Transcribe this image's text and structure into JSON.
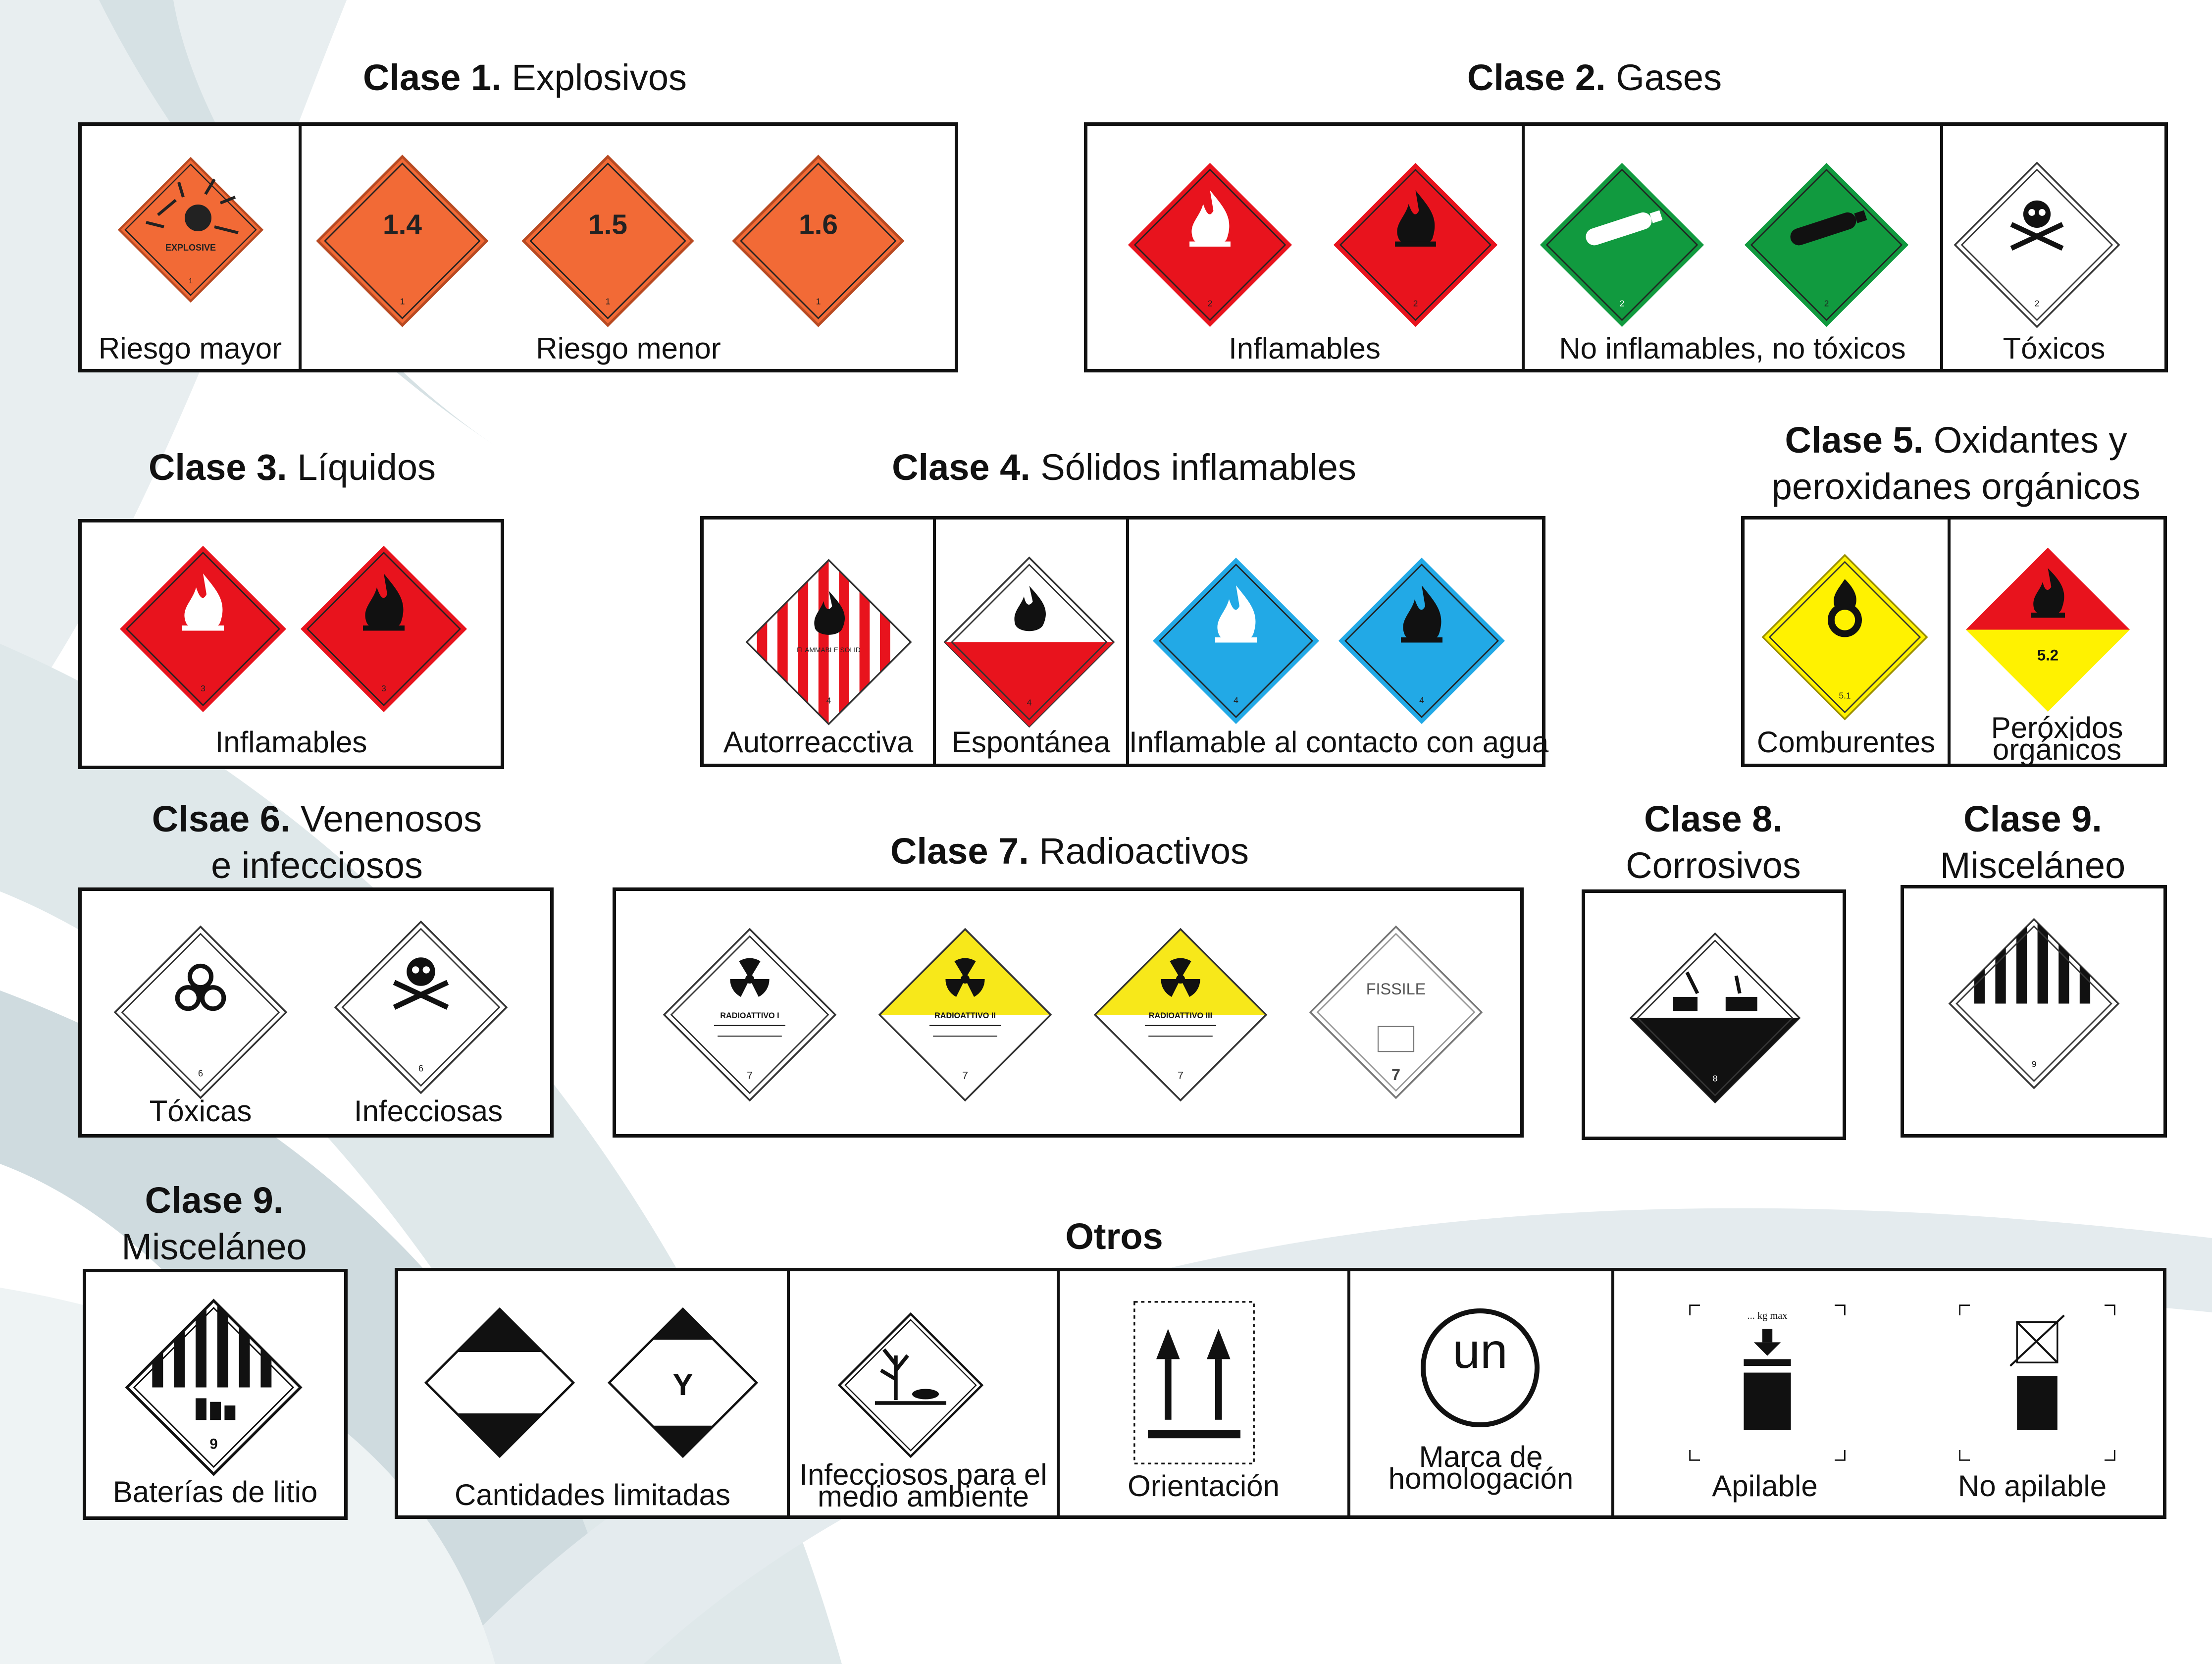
{
  "colors": {
    "explosive_orange": "#f26a36",
    "flammable_red": "#e8131d",
    "gas_green": "#119a3f",
    "water_blue": "#22a9e6",
    "oxidizer_yellow": "#fff200",
    "radioactive_yellow": "#f7e81a"
  },
  "sections": {
    "class1": {
      "title_bold": "Clase 1.",
      "title_rest": " Explosivos",
      "labels": [
        "Riesgo mayor",
        "Riesgo menor"
      ],
      "signs": [
        {
          "icon": "explosive-bomb-icon",
          "text": "EXPLOSIVE",
          "number": "1"
        },
        {
          "icon": "division-1-4-icon",
          "text": "1.4",
          "number": "1"
        },
        {
          "icon": "division-1-5-icon",
          "text": "1.5",
          "number": "1"
        },
        {
          "icon": "division-1-6-icon",
          "text": "1.6",
          "number": "1"
        }
      ]
    },
    "class2": {
      "title_bold": "Clase 2.",
      "title_rest": " Gases",
      "labels": [
        "Inflamables",
        "No inflamables, no tóxicos",
        "Tóxicos"
      ],
      "signs": [
        {
          "icon": "flame-white-icon",
          "number": "2"
        },
        {
          "icon": "flame-black-icon",
          "number": "2"
        },
        {
          "icon": "gas-cylinder-white-icon",
          "number": "2"
        },
        {
          "icon": "gas-cylinder-black-icon",
          "number": "2"
        },
        {
          "icon": "skull-crossbones-icon",
          "number": "2"
        }
      ]
    },
    "class3": {
      "title_bold": "Clase 3.",
      "title_rest": " Líquidos",
      "labels": [
        "Inflamables"
      ],
      "signs": [
        {
          "icon": "flame-white-icon",
          "number": "3"
        },
        {
          "icon": "flame-black-icon",
          "number": "3"
        }
      ]
    },
    "class4": {
      "title_bold": "Clase 4.",
      "title_rest": " Sólidos inflamables",
      "labels": [
        "Autorreacctiva",
        "Espontánea",
        "Inflamable al contacto con agua"
      ],
      "signs": [
        {
          "icon": "striped-flame-icon",
          "text": "FLAMMABLE SOLID",
          "number": "4"
        },
        {
          "icon": "flame-black-icon",
          "number": "4"
        },
        {
          "icon": "flame-white-icon",
          "number": "4"
        },
        {
          "icon": "flame-black-icon",
          "number": "4"
        }
      ]
    },
    "class5": {
      "title_bold": "Clase 5.",
      "title_rest_1": " Oxidantes y",
      "title_line2": "peroxidanes orgánicos",
      "labels": [
        "Comburentes"
      ],
      "label_2a": "Peróxidos",
      "label_2b": "orgánicos",
      "signs": [
        {
          "icon": "flame-over-circle-icon",
          "number": "5.1"
        },
        {
          "icon": "flame-black-icon",
          "number": "5.2"
        }
      ]
    },
    "class6": {
      "title_bold": "Clsae 6.",
      "title_rest": " Venenosos",
      "title_line2": "e infecciosos",
      "labels": [
        "Tóxicas",
        "Infecciosas"
      ],
      "signs": [
        {
          "icon": "biohazard-icon",
          "number": "6"
        },
        {
          "icon": "skull-crossbones-icon",
          "number": "6"
        }
      ]
    },
    "class7": {
      "title_bold": "Clase 7.",
      "title_rest": " Radioactivos",
      "signs": [
        {
          "icon": "radioactive-trefoil-icon",
          "text": "RADIOATTIVO I",
          "number": "7"
        },
        {
          "icon": "radioactive-trefoil-icon",
          "text": "RADIOATTIVO II",
          "number": "7"
        },
        {
          "icon": "radioactive-trefoil-icon",
          "text": "RADIOATTIVO III",
          "number": "7"
        },
        {
          "icon": "fissile-icon",
          "text": "FISSILE",
          "number": "7"
        }
      ]
    },
    "class8": {
      "title_bold": "Clase 8.",
      "title_line2": "Corrosivos",
      "signs": [
        {
          "icon": "corrosive-icon",
          "number": "8"
        }
      ]
    },
    "class9a": {
      "title_bold": "Clase 9.",
      "title_line2": "Misceláneo",
      "signs": [
        {
          "icon": "miscellaneous-stripes-icon",
          "number": "9"
        }
      ]
    },
    "class9b": {
      "title_bold": "Clase 9.",
      "title_line2": "Misceláneo",
      "labels": [
        "Baterías de litio"
      ],
      "signs": [
        {
          "icon": "lithium-battery-icon",
          "number": "9"
        }
      ]
    },
    "otros": {
      "title_bold": "Otros",
      "labels": [
        "Cantidades limitadas",
        "Orientación",
        "Apilable",
        "No apilable"
      ],
      "label_env_a": "Infecciosos para el",
      "label_env_b": "medio ambiente",
      "label_un_a": "Marca de",
      "label_un_b": "homologación",
      "y_letter": "Y",
      "un_mark": "un",
      "kg_max": "... kg max",
      "signs": [
        {
          "icon": "limited-quantity-icon"
        },
        {
          "icon": "limited-quantity-y-icon"
        },
        {
          "icon": "environment-hazard-icon"
        },
        {
          "icon": "orientation-arrows-icon"
        },
        {
          "icon": "un-mark-icon"
        },
        {
          "icon": "stackable-icon"
        },
        {
          "icon": "not-stackable-icon"
        }
      ]
    }
  }
}
